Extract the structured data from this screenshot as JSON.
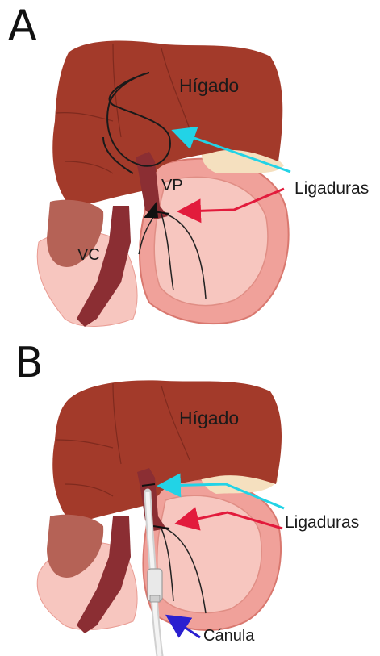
{
  "panels": [
    {
      "letter": "A",
      "liver_label": "Hígado",
      "ligatures_label": "Ligaduras",
      "portal_vein_label": "VP",
      "vena_cava_label": "VC"
    },
    {
      "letter": "B",
      "liver_label": "Hígado",
      "ligatures_label": "Ligaduras",
      "cannula_label": "Cánula"
    }
  ],
  "colors": {
    "liver": "#a33a2a",
    "liver_dark": "#7f2a1e",
    "intestine": "#f0a19a",
    "intestine_light": "#f7c6bf",
    "pancreas": "#f5e0bf",
    "vein": "#8b2e33",
    "arrow_cyan": "#22d3e6",
    "arrow_red": "#e21b3c",
    "arrow_blue": "#2a1fd0",
    "cannula": "#e6e6e6"
  }
}
